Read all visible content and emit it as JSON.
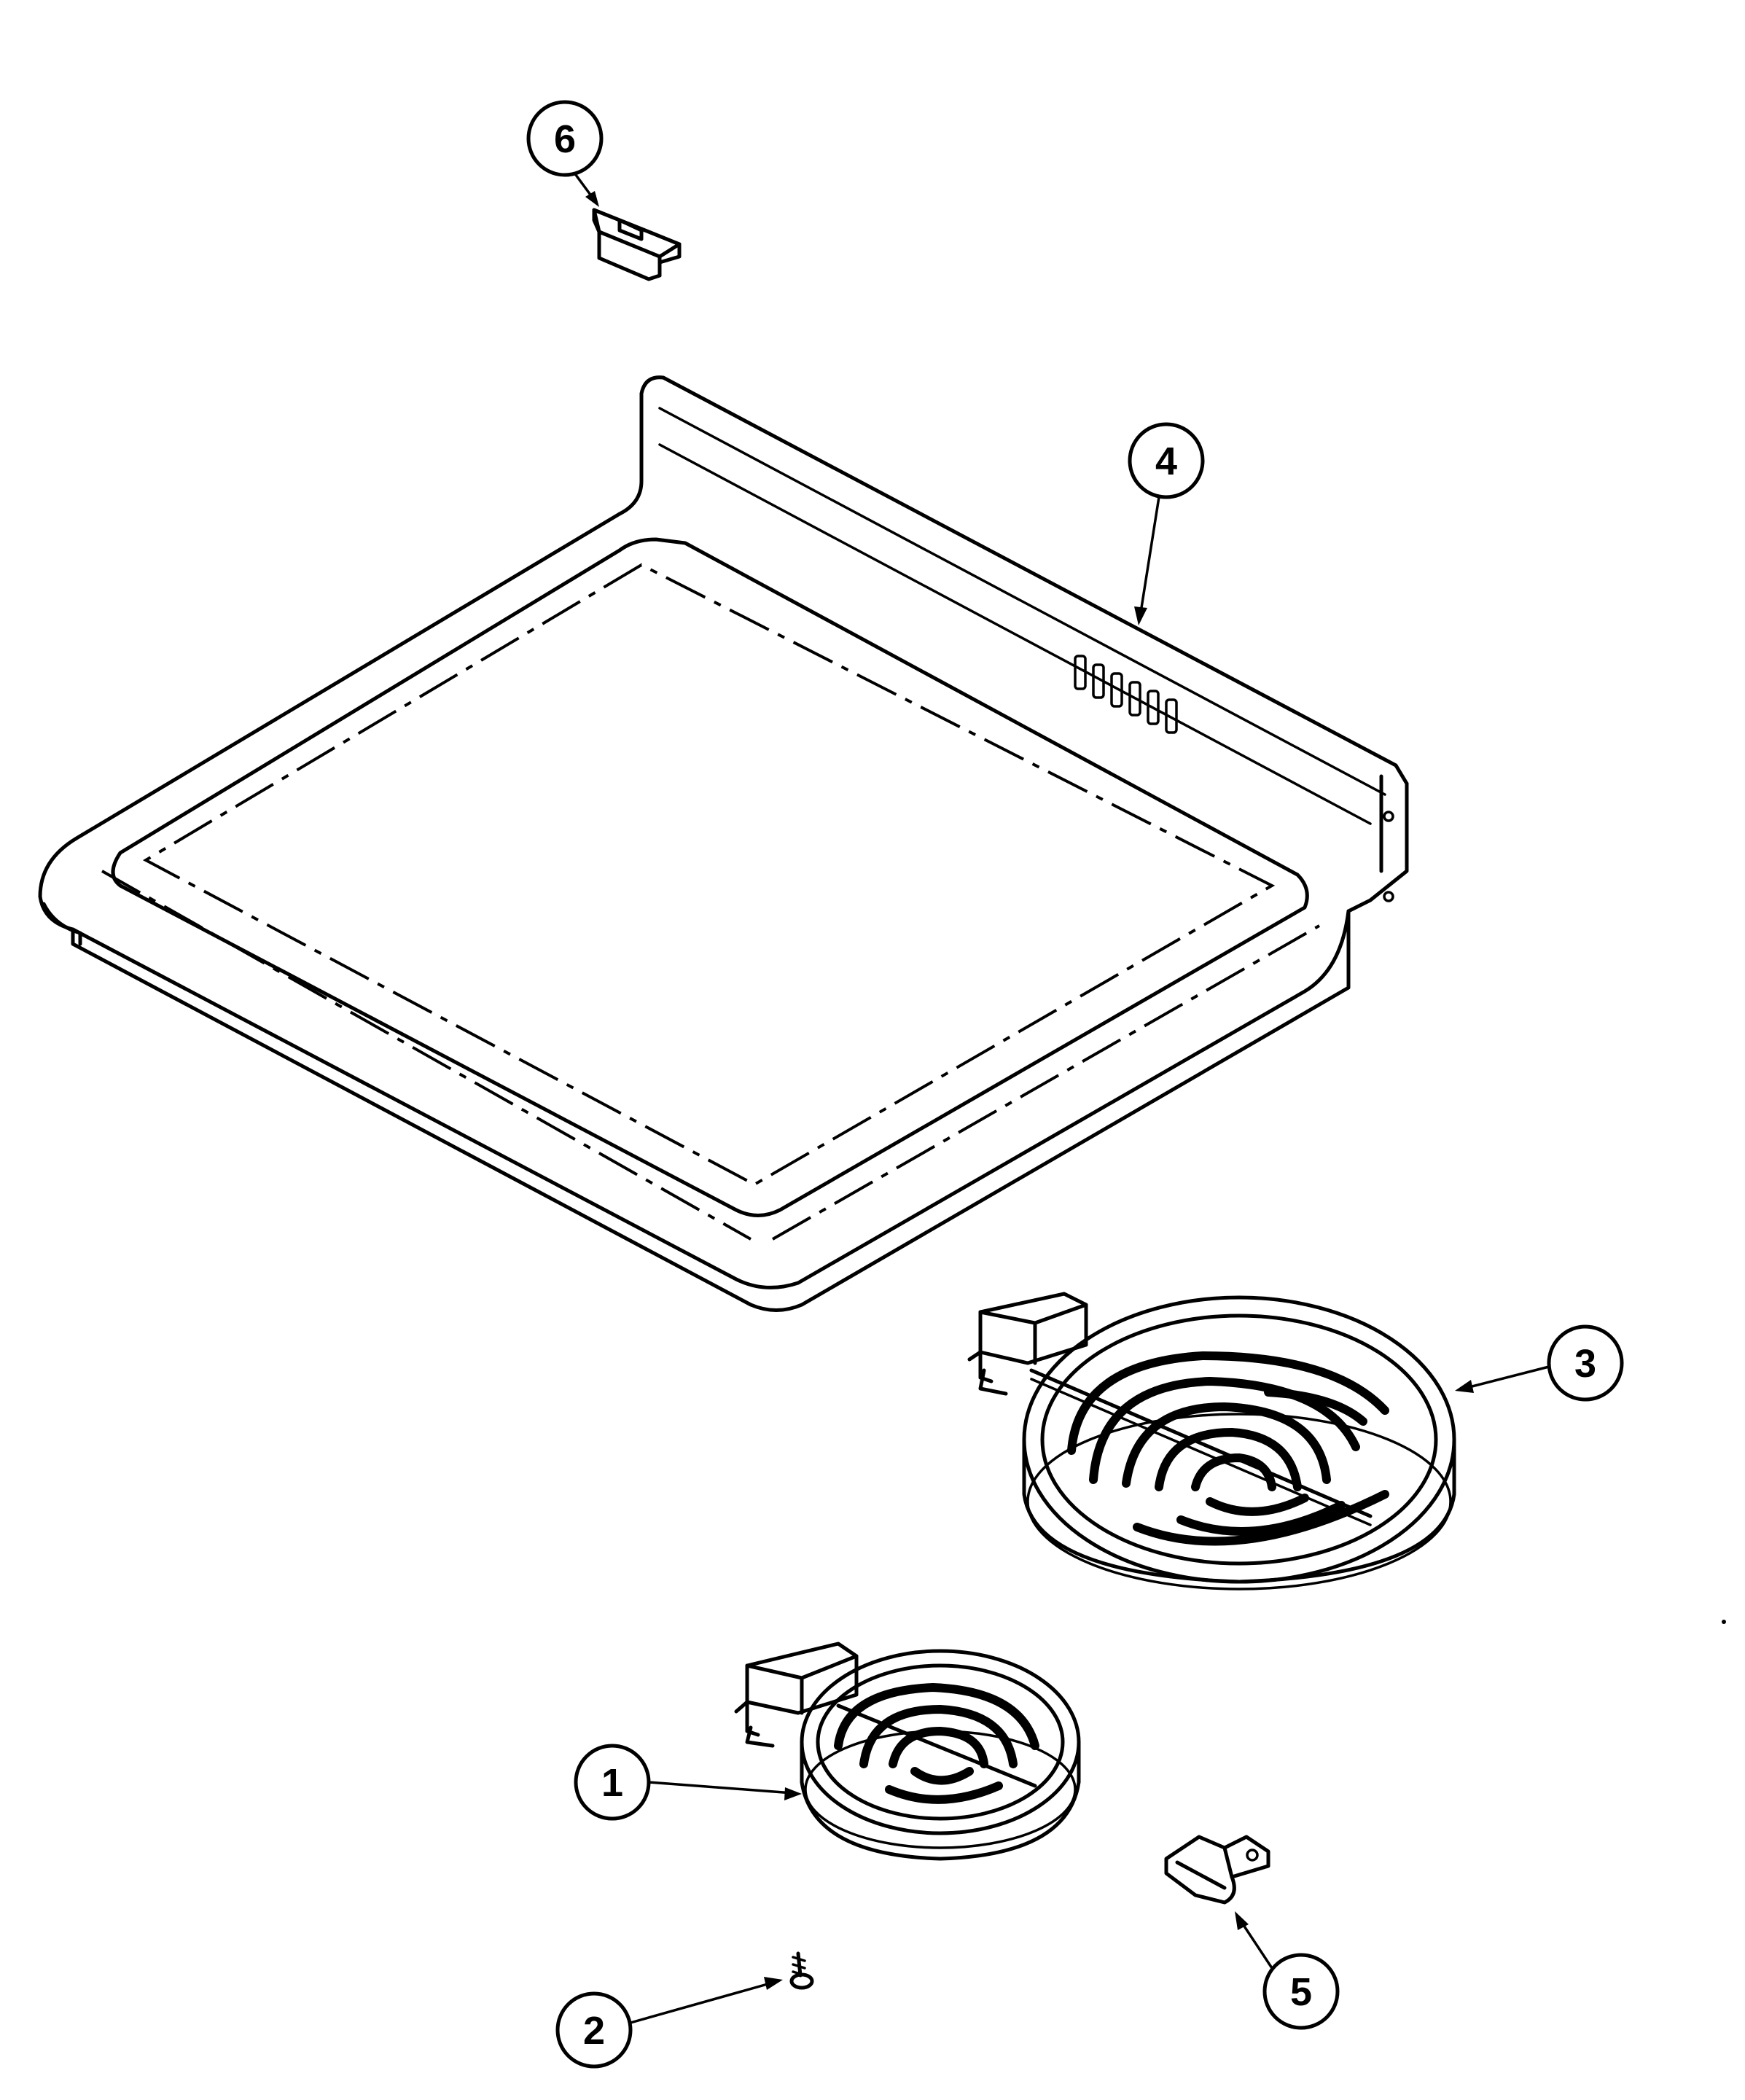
{
  "diagram": {
    "callouts": [
      {
        "id": "1",
        "label": "1",
        "part": "small-surface-element"
      },
      {
        "id": "2",
        "label": "2",
        "part": "screw"
      },
      {
        "id": "3",
        "label": "3",
        "part": "large-surface-element"
      },
      {
        "id": "4",
        "label": "4",
        "part": "cooktop-glass"
      },
      {
        "id": "5",
        "label": "5",
        "part": "mounting-clip"
      },
      {
        "id": "6",
        "label": "6",
        "part": "retaining-bracket"
      }
    ]
  }
}
